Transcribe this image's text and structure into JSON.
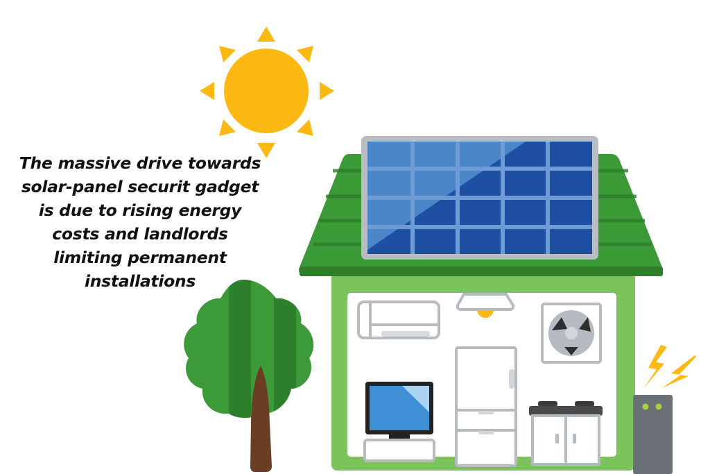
{
  "caption": {
    "lines": [
      "The massive drive towards",
      "solar-panel securit gadget",
      "is due to rising energy",
      "costs and landlords",
      "limiting permanent",
      "installations"
    ]
  },
  "illustration": {
    "elements": [
      "sun-icon",
      "house-icon",
      "solar-panel-icon",
      "tree-icon",
      "air-conditioner-icon",
      "ceiling-lamp-icon",
      "ventilation-fan-icon",
      "television-icon",
      "refrigerator-icon",
      "stove-icon",
      "battery-icon",
      "lightning-icon"
    ],
    "colors": {
      "sun": "#FDB913",
      "roof": "#3A9A35",
      "roof_stripe": "#2E7E2A",
      "wall": "#7DC35B",
      "panel_light": "#4A86C8",
      "panel_dark": "#1E4FA3",
      "panel_frame": "#B9BDC2",
      "appliance_outline": "#B6BBC1",
      "tv_screen": "#3F8FD6",
      "tree_light": "#3C9B38",
      "tree_dark": "#2D7F2B",
      "trunk": "#6A3E22",
      "battery": "#6B6F76",
      "battery_led": "#A5D23A",
      "lightning": "#FDB913"
    }
  }
}
